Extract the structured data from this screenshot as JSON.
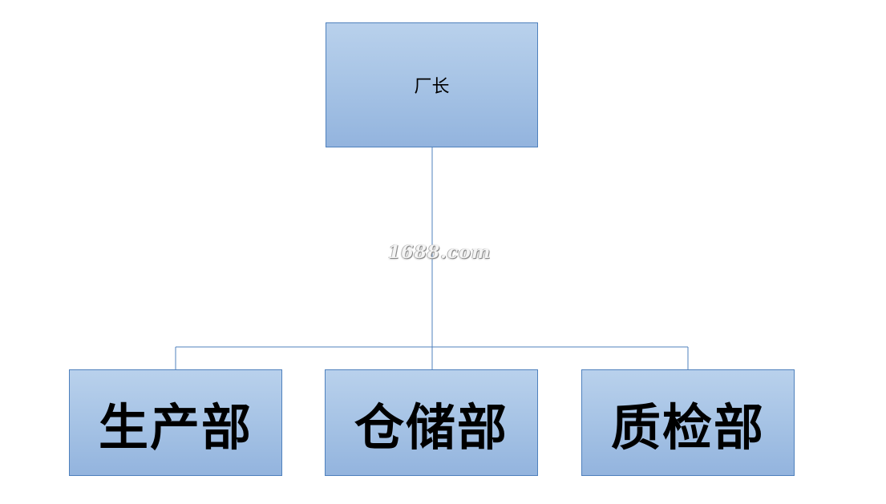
{
  "diagram": {
    "root": {
      "label": "厂长"
    },
    "children": [
      {
        "label": "生产部"
      },
      {
        "label": "仓储部"
      },
      {
        "label": "质检部"
      }
    ],
    "connector_color": "#4f81bd",
    "box_border_color": "#4f81bd",
    "box_fill_color": "#a6c3e5"
  },
  "watermark": {
    "text": "1688.com"
  }
}
